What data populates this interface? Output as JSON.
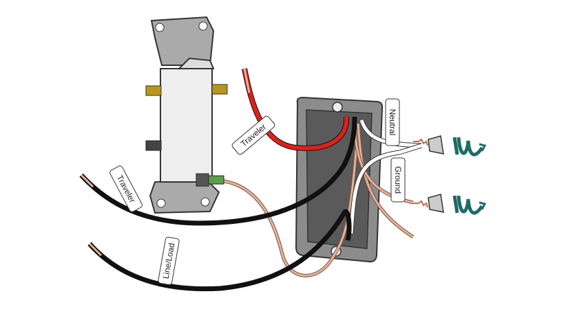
{
  "labels": {
    "traveler_red": "Traveler",
    "traveler_black": "Traveler",
    "line_load": "Line/Load",
    "neutral": "Neutral",
    "ground": "Ground"
  },
  "colors": {
    "red_wire": "#e0201b",
    "black_wire": "#111111",
    "copper_wire": "#e2b39a",
    "white_wire": "#ffffff",
    "box": "#8a8a8a",
    "arrow": "#1e6b66",
    "brass_screw": "#b8961a",
    "ground_screw": "#5aa04a"
  }
}
